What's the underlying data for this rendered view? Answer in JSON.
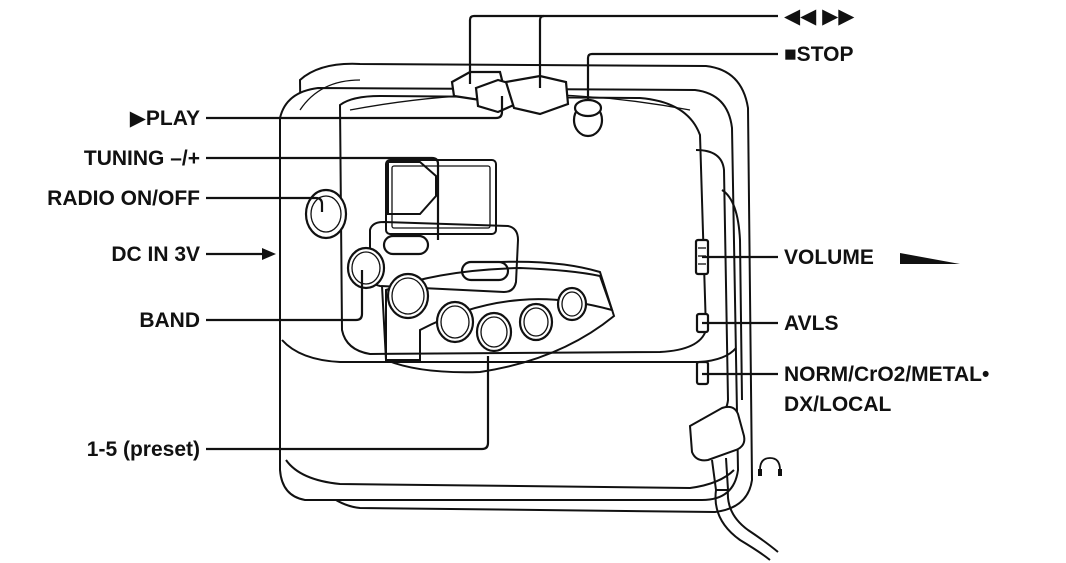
{
  "labels": {
    "ffrew": "◀◀ ▶▶",
    "stop": "■STOP",
    "play": "▶PLAY",
    "tuning": "TUNING –/+",
    "radio": "RADIO ON/OFF",
    "dcin": "DC IN 3V",
    "band": "BAND",
    "volume": "VOLUME",
    "avls": "AVLS",
    "norm": "NORM/CrO2/METAL•",
    "dxlocal": "DX/LOCAL",
    "preset": "1-5 (preset)"
  },
  "headphone_icon": "headphones-icon"
}
